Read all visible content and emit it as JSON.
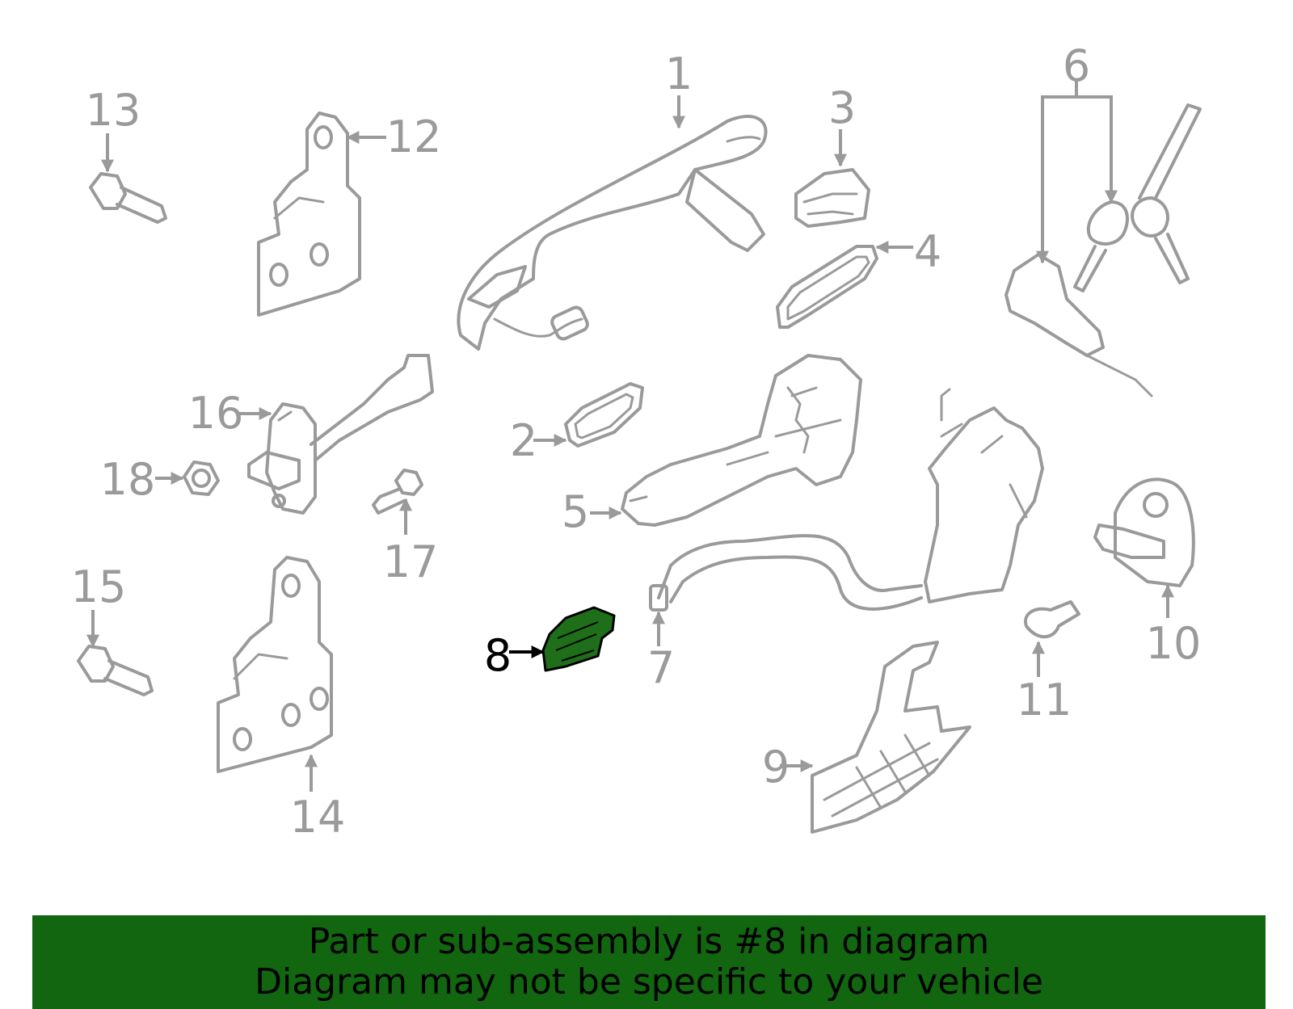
{
  "colors": {
    "outline": "#9a9a9a",
    "highlight_fill": "#1f6e1a",
    "highlight_text": "#000000",
    "banner_bg": "#126610",
    "banner_text": "#000000"
  },
  "callouts": [
    {
      "id": "1",
      "label": "1"
    },
    {
      "id": "2",
      "label": "2"
    },
    {
      "id": "3",
      "label": "3"
    },
    {
      "id": "4",
      "label": "4"
    },
    {
      "id": "5",
      "label": "5"
    },
    {
      "id": "6",
      "label": "6"
    },
    {
      "id": "7",
      "label": "7"
    },
    {
      "id": "8",
      "label": "8",
      "highlighted": true
    },
    {
      "id": "9",
      "label": "9"
    },
    {
      "id": "10",
      "label": "10"
    },
    {
      "id": "11",
      "label": "11"
    },
    {
      "id": "12",
      "label": "12"
    },
    {
      "id": "13",
      "label": "13"
    },
    {
      "id": "14",
      "label": "14"
    },
    {
      "id": "15",
      "label": "15"
    },
    {
      "id": "16",
      "label": "16"
    },
    {
      "id": "17",
      "label": "17"
    },
    {
      "id": "18",
      "label": "18"
    }
  ],
  "banner": {
    "line1": "Part or sub-assembly is #8 in diagram",
    "line2": "Diagram may not be specific to your vehicle"
  }
}
